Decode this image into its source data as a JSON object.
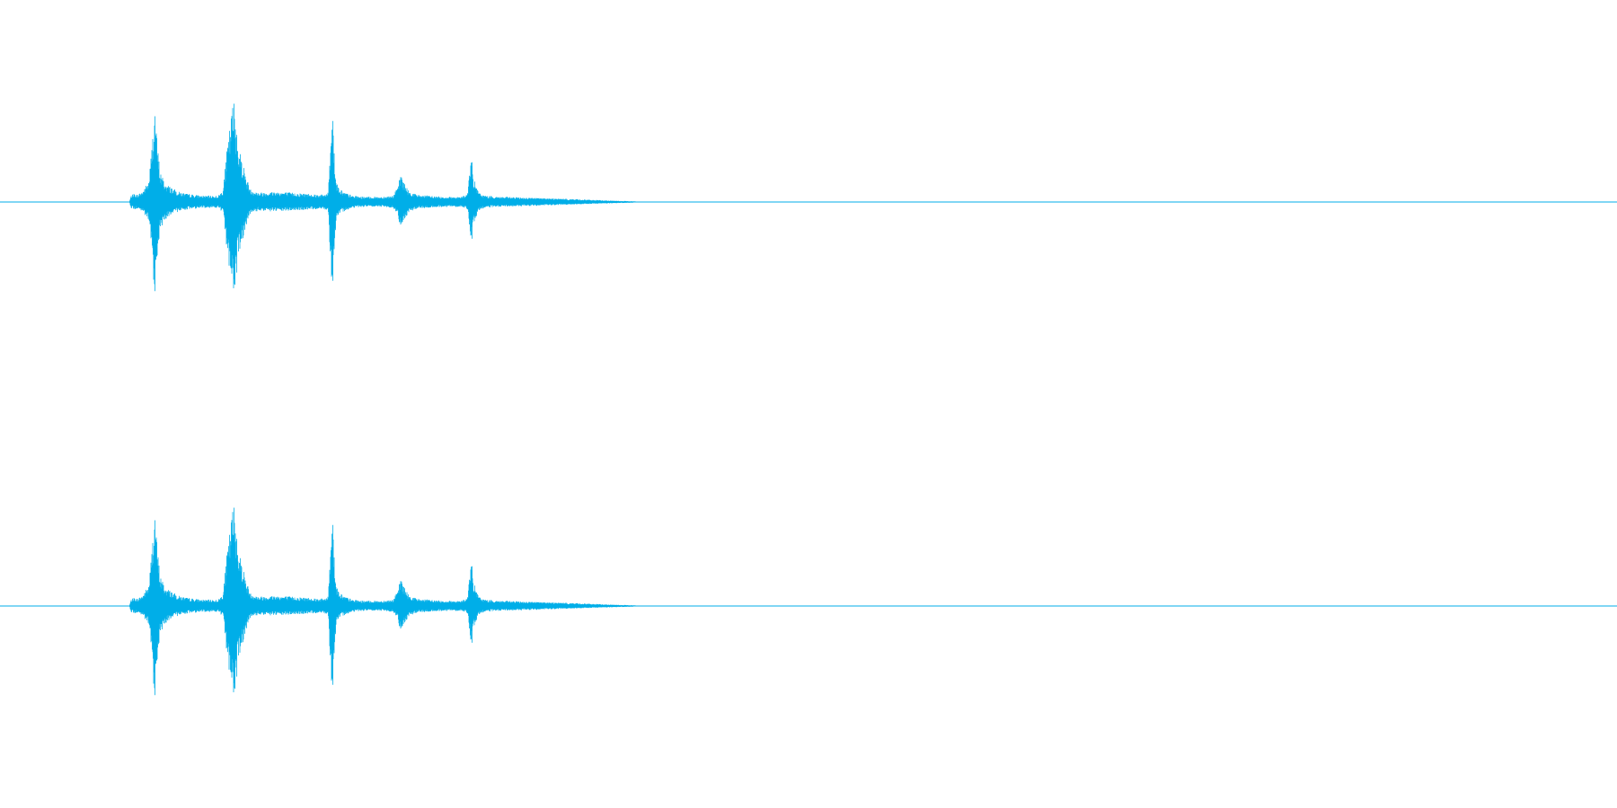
{
  "waveform": {
    "color": "#00aee8",
    "background": "#ffffff",
    "channels": [
      {
        "name": "channel-1",
        "envelope": [
          [
            0.0,
            0.0
          ],
          [
            0.08,
            0.0
          ],
          [
            0.081,
            0.06
          ],
          [
            0.083,
            0.08
          ],
          [
            0.085,
            0.07
          ],
          [
            0.088,
            0.1
          ],
          [
            0.09,
            0.15
          ],
          [
            0.092,
            0.2
          ],
          [
            0.094,
            0.55
          ],
          [
            0.095,
            0.8
          ],
          [
            0.096,
            0.95
          ],
          [
            0.097,
            0.6
          ],
          [
            0.099,
            0.3
          ],
          [
            0.102,
            0.18
          ],
          [
            0.106,
            0.14
          ],
          [
            0.11,
            0.1
          ],
          [
            0.115,
            0.08
          ],
          [
            0.12,
            0.07
          ],
          [
            0.125,
            0.06
          ],
          [
            0.13,
            0.06
          ],
          [
            0.135,
            0.06
          ],
          [
            0.138,
            0.12
          ],
          [
            0.14,
            0.45
          ],
          [
            0.142,
            0.7
          ],
          [
            0.1445,
            1.0
          ],
          [
            0.146,
            0.8
          ],
          [
            0.148,
            0.5
          ],
          [
            0.15,
            0.4
          ],
          [
            0.152,
            0.25
          ],
          [
            0.155,
            0.12
          ],
          [
            0.16,
            0.09
          ],
          [
            0.17,
            0.1
          ],
          [
            0.18,
            0.09
          ],
          [
            0.19,
            0.08
          ],
          [
            0.2,
            0.07
          ],
          [
            0.203,
            0.09
          ],
          [
            0.2055,
            1.0
          ],
          [
            0.2065,
            0.55
          ],
          [
            0.208,
            0.18
          ],
          [
            0.212,
            0.1
          ],
          [
            0.218,
            0.06
          ],
          [
            0.225,
            0.05
          ],
          [
            0.235,
            0.05
          ],
          [
            0.243,
            0.06
          ],
          [
            0.246,
            0.14
          ],
          [
            0.248,
            0.28
          ],
          [
            0.25,
            0.18
          ],
          [
            0.253,
            0.1
          ],
          [
            0.258,
            0.07
          ],
          [
            0.265,
            0.06
          ],
          [
            0.275,
            0.05
          ],
          [
            0.285,
            0.05
          ],
          [
            0.289,
            0.07
          ],
          [
            0.2915,
            0.45
          ],
          [
            0.293,
            0.22
          ],
          [
            0.296,
            0.09
          ],
          [
            0.3,
            0.06
          ],
          [
            0.31,
            0.05
          ],
          [
            0.32,
            0.045
          ],
          [
            0.33,
            0.04
          ],
          [
            0.34,
            0.035
          ],
          [
            0.35,
            0.03
          ],
          [
            0.36,
            0.025
          ],
          [
            0.37,
            0.018
          ],
          [
            0.38,
            0.012
          ],
          [
            0.39,
            0.008
          ],
          [
            0.395,
            0.004
          ],
          [
            0.4,
            0.0
          ],
          [
            1.0,
            0.0
          ]
        ]
      },
      {
        "name": "channel-2",
        "envelope": [
          [
            0.0,
            0.0
          ],
          [
            0.08,
            0.0
          ],
          [
            0.081,
            0.06
          ],
          [
            0.083,
            0.08
          ],
          [
            0.085,
            0.07
          ],
          [
            0.088,
            0.1
          ],
          [
            0.09,
            0.15
          ],
          [
            0.092,
            0.2
          ],
          [
            0.094,
            0.55
          ],
          [
            0.095,
            0.8
          ],
          [
            0.096,
            0.95
          ],
          [
            0.097,
            0.6
          ],
          [
            0.099,
            0.3
          ],
          [
            0.102,
            0.18
          ],
          [
            0.106,
            0.14
          ],
          [
            0.11,
            0.1
          ],
          [
            0.115,
            0.08
          ],
          [
            0.12,
            0.07
          ],
          [
            0.125,
            0.06
          ],
          [
            0.13,
            0.06
          ],
          [
            0.135,
            0.06
          ],
          [
            0.138,
            0.12
          ],
          [
            0.14,
            0.45
          ],
          [
            0.142,
            0.7
          ],
          [
            0.1445,
            1.0
          ],
          [
            0.146,
            0.8
          ],
          [
            0.148,
            0.5
          ],
          [
            0.15,
            0.4
          ],
          [
            0.152,
            0.25
          ],
          [
            0.155,
            0.12
          ],
          [
            0.16,
            0.09
          ],
          [
            0.17,
            0.1
          ],
          [
            0.18,
            0.09
          ],
          [
            0.19,
            0.08
          ],
          [
            0.2,
            0.07
          ],
          [
            0.203,
            0.09
          ],
          [
            0.2055,
            1.0
          ],
          [
            0.2065,
            0.55
          ],
          [
            0.208,
            0.18
          ],
          [
            0.212,
            0.1
          ],
          [
            0.218,
            0.06
          ],
          [
            0.225,
            0.05
          ],
          [
            0.235,
            0.05
          ],
          [
            0.243,
            0.06
          ],
          [
            0.246,
            0.14
          ],
          [
            0.248,
            0.28
          ],
          [
            0.25,
            0.18
          ],
          [
            0.253,
            0.1
          ],
          [
            0.258,
            0.07
          ],
          [
            0.265,
            0.06
          ],
          [
            0.275,
            0.05
          ],
          [
            0.285,
            0.05
          ],
          [
            0.289,
            0.07
          ],
          [
            0.2915,
            0.45
          ],
          [
            0.293,
            0.22
          ],
          [
            0.296,
            0.09
          ],
          [
            0.3,
            0.06
          ],
          [
            0.31,
            0.05
          ],
          [
            0.32,
            0.045
          ],
          [
            0.33,
            0.04
          ],
          [
            0.34,
            0.035
          ],
          [
            0.35,
            0.03
          ],
          [
            0.36,
            0.025
          ],
          [
            0.37,
            0.018
          ],
          [
            0.38,
            0.012
          ],
          [
            0.39,
            0.008
          ],
          [
            0.395,
            0.004
          ],
          [
            0.4,
            0.0
          ],
          [
            1.0,
            0.0
          ]
        ]
      }
    ]
  }
}
